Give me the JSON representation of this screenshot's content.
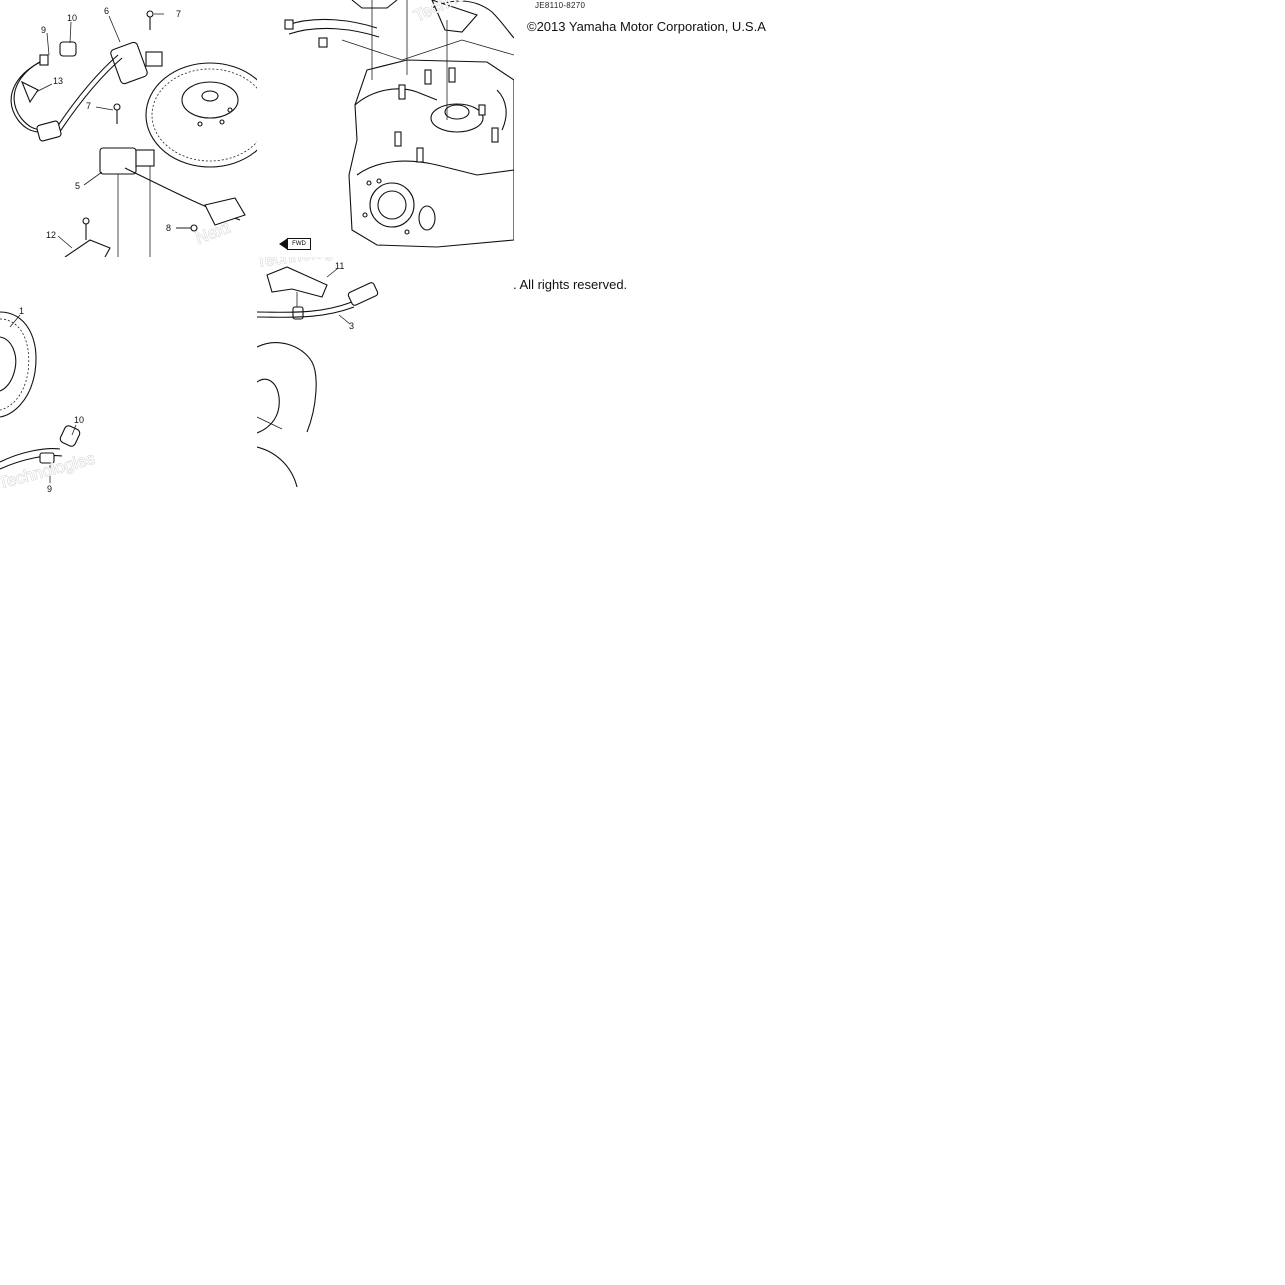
{
  "callouts_top_left": [
    "10",
    "6",
    "7",
    "9",
    "13",
    "7",
    "5",
    "8",
    "12"
  ],
  "callouts_top_center": [],
  "callouts_bottom_left": [
    "1",
    "10",
    "9"
  ],
  "callouts_bottom_center": [
    "11",
    "3"
  ],
  "fwd_label": "FWD",
  "watermark": {
    "line1": "Next",
    "line2": "Technologies"
  },
  "diagram_code": "JE8110-8270",
  "copyright": "©2013 Yamaha Motor Corporation, U.S.A",
  "rights": ". All rights reserved."
}
